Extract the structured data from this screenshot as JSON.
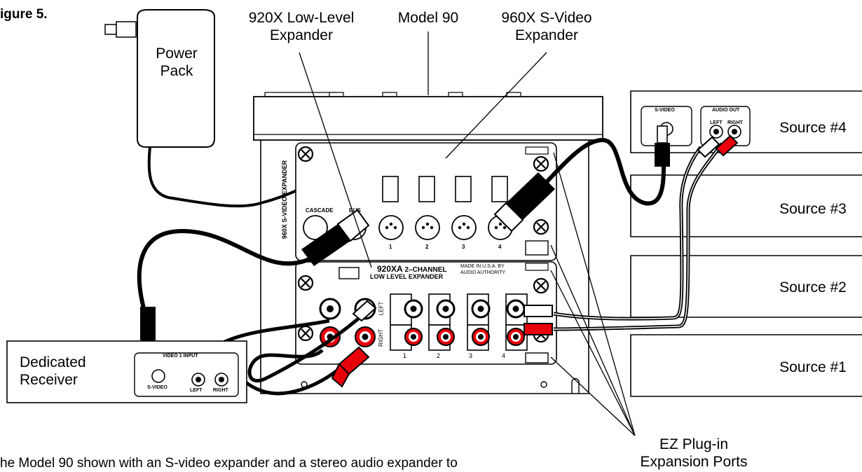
{
  "figure_label": "igure 5.",
  "caption": "he Model 90 shown with an S-video expander and a stereo audio expander to",
  "callouts": {
    "low_level_expander_line1": "920X Low-Level",
    "low_level_expander_line2": "Expander",
    "model_90": "Model 90",
    "svideo_expander_line1": "960X S-Video",
    "svideo_expander_line2": "Expander",
    "ez_plugin_line1": "EZ Plug-in",
    "ez_plugin_line2": "Expansion Ports"
  },
  "power_pack": {
    "line1": "Power",
    "line2": "Pack"
  },
  "receiver": {
    "line1": "Dedicated",
    "line2": "Receiver",
    "panel_title": "VIDEO 1 INPUT",
    "svideo": "S-VIDEO",
    "left": "LEFT",
    "right": "RIGHT"
  },
  "sources": [
    "Source #4",
    "Source #3",
    "Source #2",
    "Source #1"
  ],
  "source4_panel": {
    "svideo": "S-VIDEO",
    "audio_out": "AUDIO OUT",
    "left": "LEFT",
    "right": "RIGHT"
  },
  "svideo_card": {
    "vertical_label": "960X S-VIDEO EXPANDER",
    "cascade": "CASCADE",
    "bus": "BUS",
    "ports": [
      "1",
      "2",
      "3",
      "4"
    ]
  },
  "audio_card": {
    "model": "920XA",
    "title_rest": "2–CHANNEL",
    "subtitle": "LOW LEVEL EXPANDER",
    "made_in": "MADE IN U.S.A. BY",
    "maker": "AUDIO AUTHORITY",
    "left": "LEFT",
    "right": "RIGHT",
    "ports": [
      "1",
      "2",
      "3",
      "4"
    ]
  },
  "colors": {
    "red_plug": "#e8000b",
    "line": "#000000",
    "background": "#ffffff"
  }
}
